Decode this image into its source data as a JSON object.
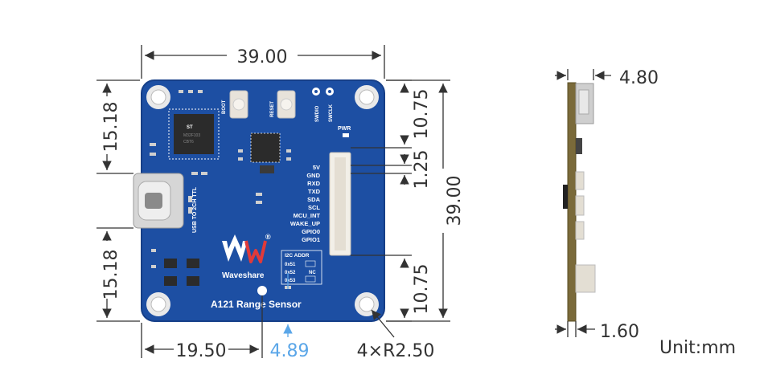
{
  "dimensions": {
    "top_width": "39.00",
    "left_top": "15.18",
    "left_bottom": "15.18",
    "right_top": "10.75",
    "right_pitch": "1.25",
    "right_height": "39.00",
    "right_bottom": "10.75",
    "bottom_offset": "19.50",
    "bottom_blue": "4.89",
    "hole_radius": "4×R2.50",
    "side_thickness_top": "4.80",
    "side_thickness_bottom": "1.60",
    "unit": "Unit:mm"
  },
  "board": {
    "title": "A121 Range Sensor",
    "brand": "Waveshare",
    "registered": "®",
    "boot_label": "BOOT",
    "reset_label": "RESET",
    "swdio_label": "SWDIO",
    "swclk_label": "SWCLK",
    "pwr_label": "PWR",
    "usb_label": "USB TO 2CH TTL",
    "pins": [
      "5V",
      "GND",
      "RXD",
      "TXD",
      "SDA",
      "SCL",
      "MCU_INT",
      "WAKE_UP",
      "GPIO0",
      "GPIO1"
    ],
    "i2c_title": "I2C ADDR",
    "i2c_rows": [
      "0x51",
      "0x52",
      "0x53"
    ],
    "i2c_nc": "NC",
    "colors": {
      "pcb": "#1d4fa3",
      "pcb_edge": "#163f88",
      "silk": "#ffffff",
      "dim_line": "#333333",
      "dim_blue": "#5aa6e8"
    }
  }
}
